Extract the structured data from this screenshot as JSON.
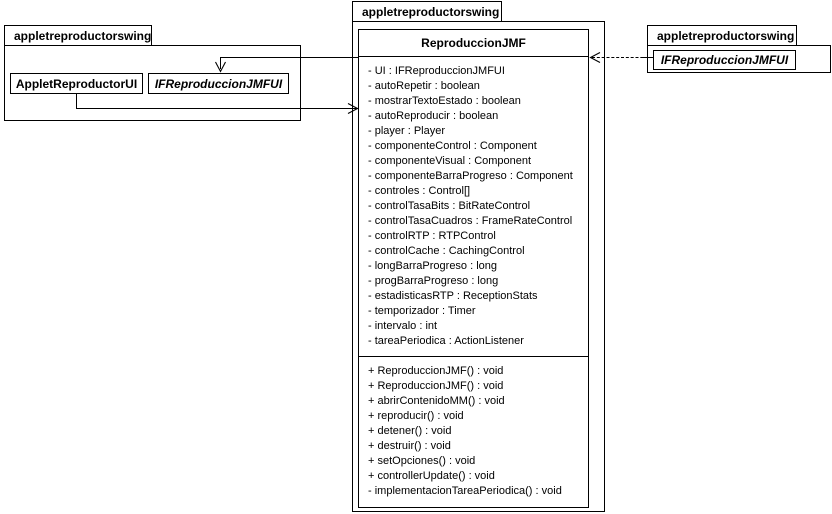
{
  "diagram": {
    "type": "uml-class-diagram",
    "background": "#ffffff",
    "line_color": "#000000"
  },
  "packages": {
    "left": {
      "name": "appletreproductorswing",
      "classes": [
        {
          "name": "AppletReproductorUI",
          "stereotype": "class",
          "italic": false
        },
        {
          "name": "IFReproduccionJMFUI",
          "stereotype": "interface",
          "italic": true
        }
      ]
    },
    "center": {
      "name": "appletreproductorswing"
    },
    "right": {
      "name": "appletreproductorswing",
      "classes": [
        {
          "name": "IFReproduccionJMFUI",
          "stereotype": "interface",
          "italic": true
        }
      ]
    }
  },
  "main_class": {
    "name": "ReproduccionJMF",
    "attributes": [
      "- UI : IFReproduccionJMFUI",
      "- autoRepetir : boolean",
      "- mostrarTextoEstado : boolean",
      "- autoReproducir : boolean",
      "- player : Player",
      "- componenteControl : Component",
      "- componenteVisual : Component",
      "- componenteBarraProgreso : Component",
      "- controles : Control[]",
      "- controlTasaBits : BitRateControl",
      "- controlTasaCuadros : FrameRateControl",
      "- controlRTP : RTPControl",
      "- controlCache : CachingControl",
      "- longBarraProgreso : long",
      "- progBarraProgreso : long",
      "- estadisticasRTP : ReceptionStats",
      "- temporizador : Timer",
      "- intervalo : int",
      "- tareaPeriodica : ActionListener"
    ],
    "methods": [
      "+ ReproduccionJMF() : void",
      "+ ReproduccionJMF() : void",
      "+ abrirContenidoMM() : void",
      "+ reproducir() : void",
      "+ detener() : void",
      "+ destruir() : void",
      "+ setOpciones() : void",
      "+ controllerUpdate() : void",
      "- implementacionTareaPeriodica() : void"
    ]
  },
  "relationships": [
    {
      "name": "dependency-center-to-left-interface",
      "style": "solid",
      "arrowhead": "open",
      "from": "ReproduccionJMF",
      "to": "IFReproduccionJMFUI (left package)"
    },
    {
      "name": "dependency-appletui-to-center",
      "style": "solid",
      "arrowhead": "open",
      "from": "AppletReproductorUI",
      "to": "ReproduccionJMF"
    },
    {
      "name": "realization-center-to-right-interface",
      "style": "dashed",
      "arrowhead": "open",
      "from": "IFReproduccionJMFUI (right package)",
      "to": "ReproduccionJMF"
    }
  ]
}
